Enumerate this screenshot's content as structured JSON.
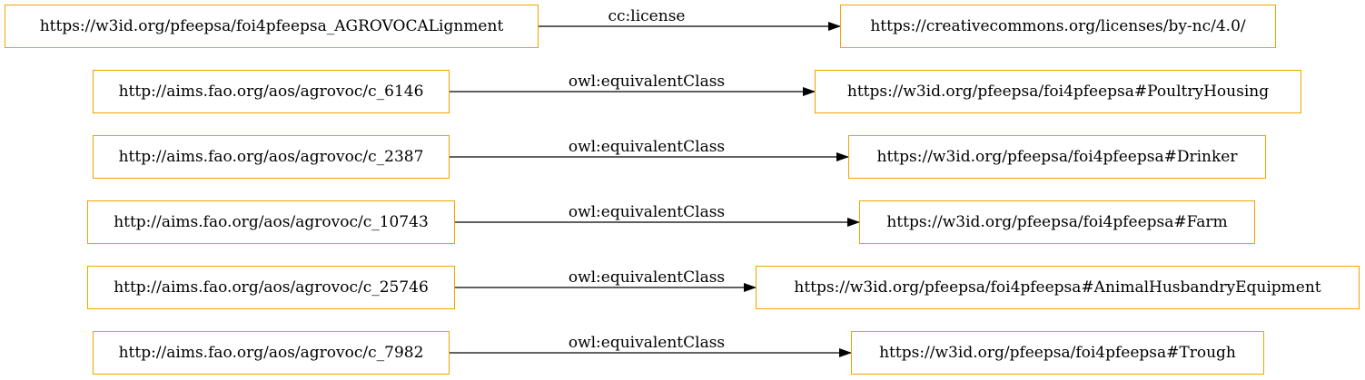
{
  "rows": [
    {
      "source": "https://w3id.org/pfeepsa/foi4pfeepsa_AGROVOCALignment",
      "predicate": "cc:license",
      "target": "https://creativecommons.org/licenses/by-nc/4.0/"
    },
    {
      "source": "http://aims.fao.org/aos/agrovoc/c_6146",
      "predicate": "owl:equivalentClass",
      "target": "https://w3id.org/pfeepsa/foi4pfeepsa#PoultryHousing"
    },
    {
      "source": "http://aims.fao.org/aos/agrovoc/c_2387",
      "predicate": "owl:equivalentClass",
      "target": "https://w3id.org/pfeepsa/foi4pfeepsa#Drinker"
    },
    {
      "source": "http://aims.fao.org/aos/agrovoc/c_10743",
      "predicate": "owl:equivalentClass",
      "target": "https://w3id.org/pfeepsa/foi4pfeepsa#Farm"
    },
    {
      "source": "http://aims.fao.org/aos/agrovoc/c_25746",
      "predicate": "owl:equivalentClass",
      "target": "https://w3id.org/pfeepsa/foi4pfeepsa#AnimalHusbandryEquipment"
    },
    {
      "source": "http://aims.fao.org/aos/agrovoc/c_7982",
      "predicate": "owl:equivalentClass",
      "target": "https://w3id.org/pfeepsa/foi4pfeepsa#Trough"
    }
  ],
  "colors": {
    "node_border": "#f0a500",
    "edge": "#000000"
  }
}
